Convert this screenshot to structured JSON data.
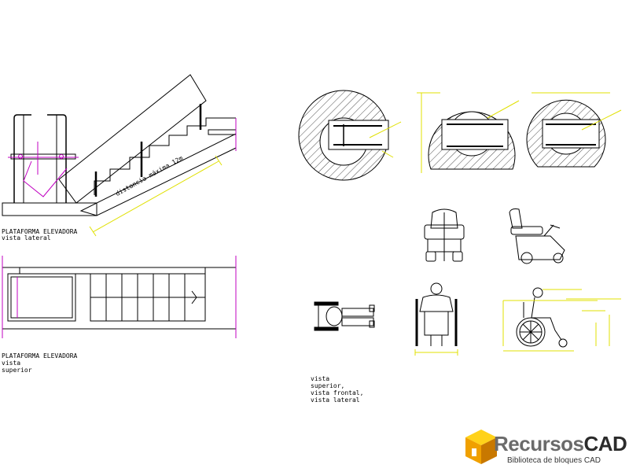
{
  "labels": {
    "lateral_title": "PLATAFORMA ELEVADORA",
    "lateral_sub": "vista lateral",
    "top_title": "PLATAFORMA ELEVADORA",
    "top_sub1": "vista",
    "top_sub2": "superior",
    "stair_dim": "distancia máxima 12m",
    "views_1": "vista",
    "views_2": "superior,",
    "views_3": "vista frontal,",
    "views_4": "vista lateral"
  },
  "logo": {
    "brand_1": "Recursos",
    "brand_2": "CAD",
    "tagline": "Biblioteca de bloques CAD"
  },
  "colors": {
    "line": "#000000",
    "magenta": "#c000c0",
    "yellow": "#e0e000",
    "hatch": "#000000",
    "logo_orange": "#f0a000"
  }
}
